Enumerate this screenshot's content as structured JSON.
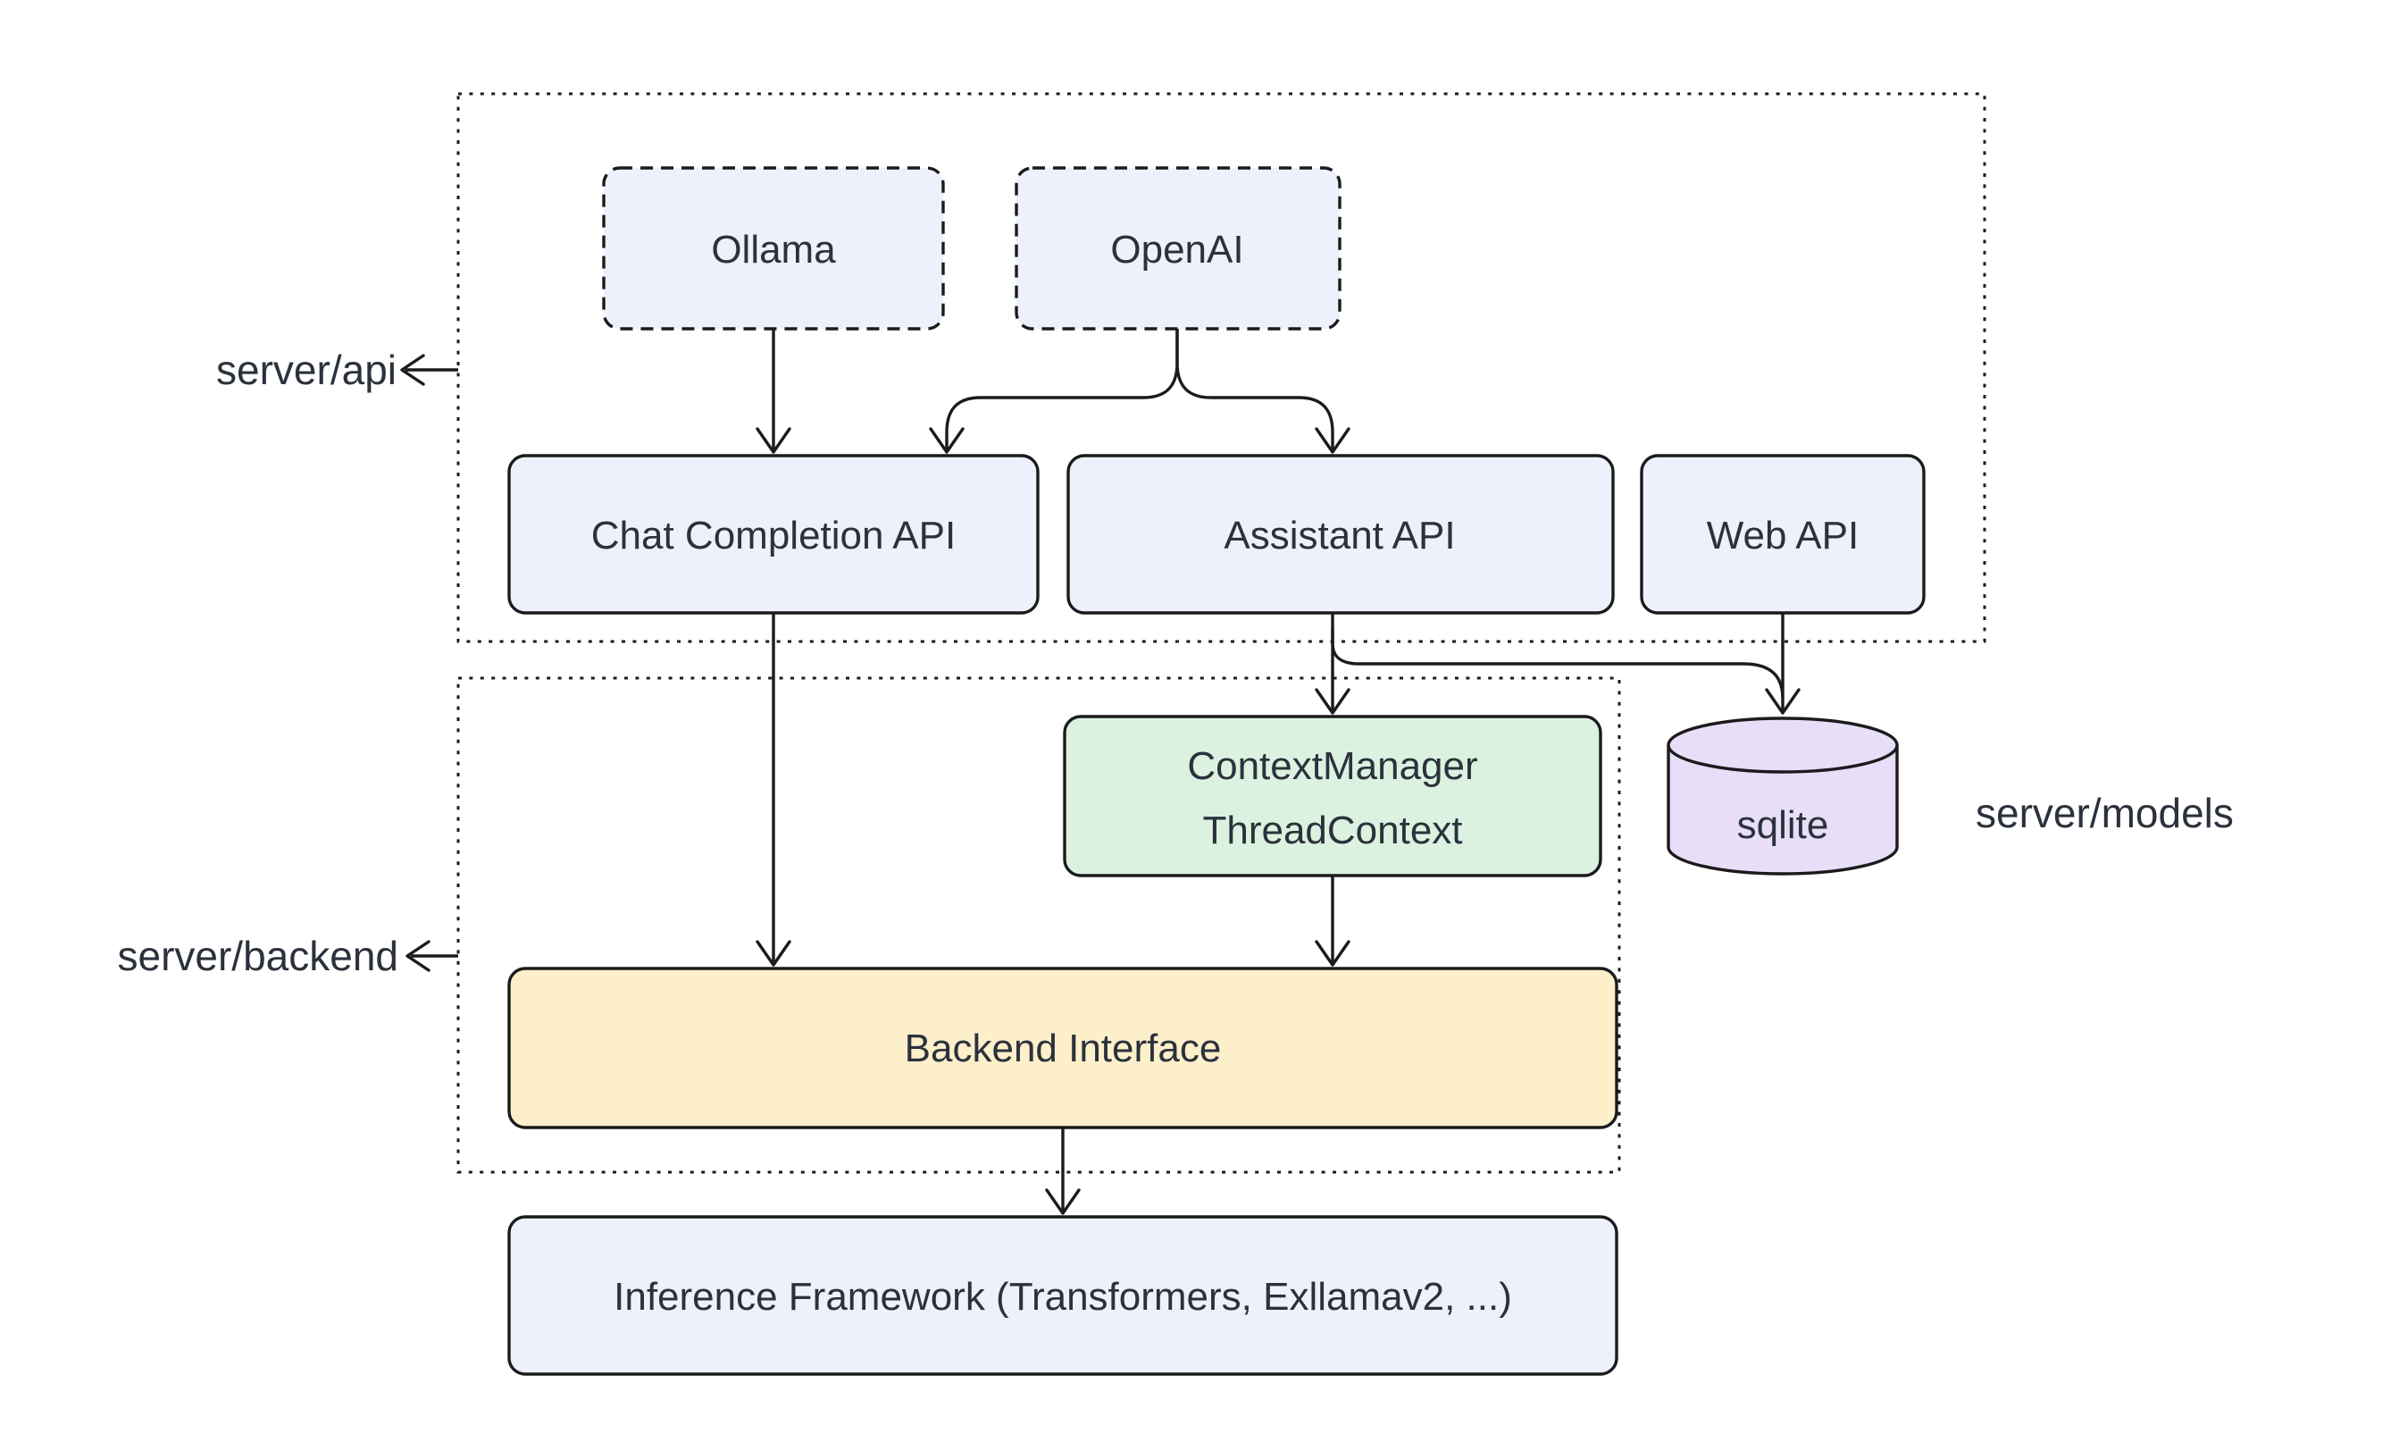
{
  "diagram": {
    "type": "architecture-flowchart",
    "containers": {
      "api": {
        "label": "server/api"
      },
      "backend": {
        "label": "server/backend"
      },
      "models": {
        "label": "server/models"
      }
    },
    "nodes": {
      "ollama": {
        "label": "Ollama",
        "style": "dashed-blue"
      },
      "openai": {
        "label": "OpenAI",
        "style": "dashed-blue"
      },
      "chat_completion_api": {
        "label": "Chat Completion API",
        "style": "blue"
      },
      "assistant_api": {
        "label": "Assistant API",
        "style": "blue"
      },
      "web_api": {
        "label": "Web API",
        "style": "blue"
      },
      "context_manager": {
        "label_line1": "ContextManager",
        "label_line2": "ThreadContext",
        "style": "green"
      },
      "sqlite": {
        "label": "sqlite",
        "style": "purple-cylinder"
      },
      "backend_interface": {
        "label": "Backend Interface",
        "style": "yellow"
      },
      "inference_framework": {
        "label": "Inference Framework (Transformers, Exllamav2, ...)",
        "style": "blue"
      }
    },
    "edges": [
      {
        "from": "Ollama",
        "to": "Chat Completion API"
      },
      {
        "from": "OpenAI",
        "to": "Chat Completion API"
      },
      {
        "from": "OpenAI",
        "to": "Assistant API"
      },
      {
        "from": "Chat Completion API",
        "to": "Backend Interface"
      },
      {
        "from": "Assistant API",
        "to": "ContextManager ThreadContext"
      },
      {
        "from": "Assistant API",
        "to": "sqlite"
      },
      {
        "from": "Web API",
        "to": "sqlite"
      },
      {
        "from": "ContextManager ThreadContext",
        "to": "Backend Interface"
      },
      {
        "from": "Backend Interface",
        "to": "Inference Framework (Transformers, Exllamav2, ...)"
      }
    ],
    "colors": {
      "blue": "#edf1fb",
      "green": "#dcf2e0",
      "yellow": "#fcefca",
      "purple": "#e8def8",
      "stroke": "#1b1b1b",
      "text": "#2b323c",
      "background": "#ffffff"
    }
  }
}
